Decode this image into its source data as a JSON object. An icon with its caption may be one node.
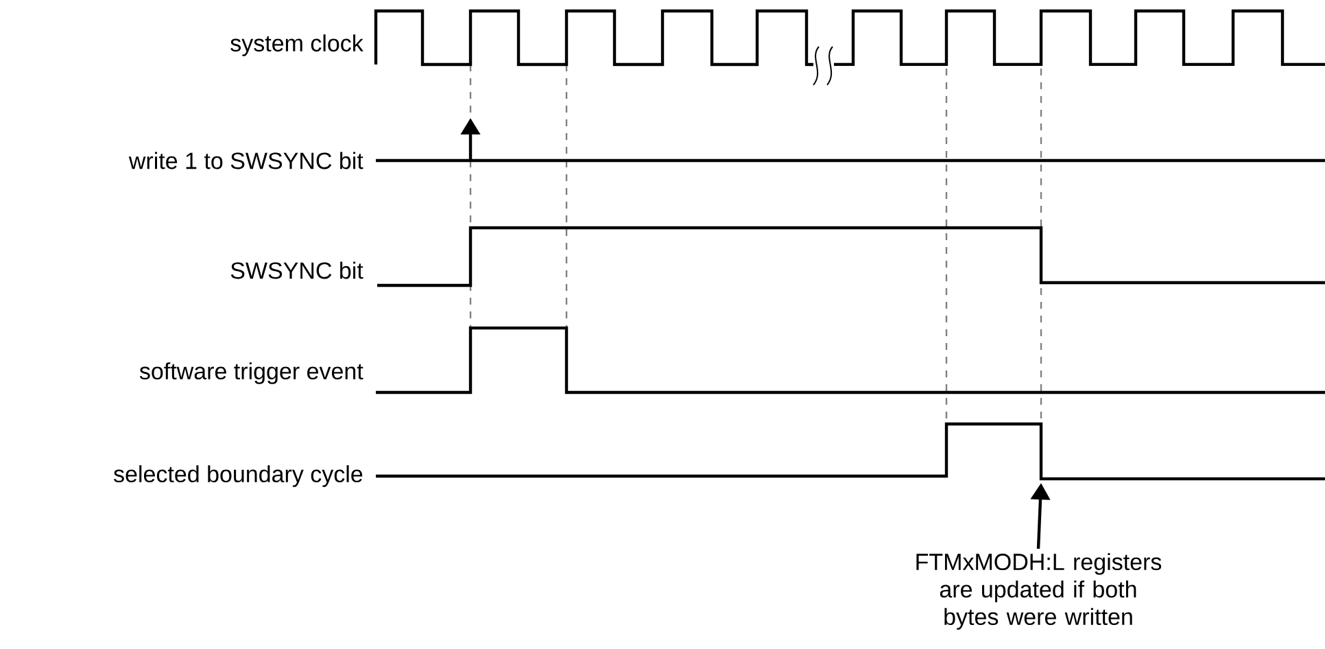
{
  "diagram": {
    "nodes": [
      {
        "text": [
          "FTMxMODH:L registers are updated if both bytes were written"
        ]
      },
      {
        "text": [],
        "shape": "waveform"
      }
    ],
    "edges": [
      {
        "from": 0,
        "to": 1,
        "arrow": "to"
      }
    ],
    "labels": [
      "system clock",
      "write 1 to SWSYNC bit",
      "SWSYNC bit",
      "software trigger event",
      "selected boundary cycle"
    ]
  }
}
